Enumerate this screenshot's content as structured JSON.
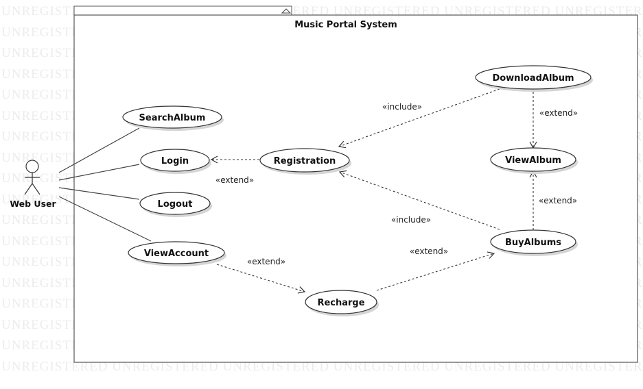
{
  "watermark": "UNREGISTERED",
  "system": {
    "title": "Music Portal System"
  },
  "actor": {
    "name": "Web User"
  },
  "use_cases": {
    "search_album": "SearchAlbum",
    "login": "Login",
    "logout": "Logout",
    "view_account": "ViewAccount",
    "registration": "Registration",
    "download_album": "DownloadAlbum",
    "view_album": "ViewAlbum",
    "buy_albums": "BuyAlbums",
    "recharge": "Recharge"
  },
  "relationships": {
    "registration_login": "«extend»",
    "download_registration": "«include»",
    "download_viewalbum": "«extend»",
    "buy_registration": "«include»",
    "buy_viewalbum": "«extend»",
    "viewaccount_recharge": "«extend»",
    "recharge_buy": "«extend»"
  }
}
